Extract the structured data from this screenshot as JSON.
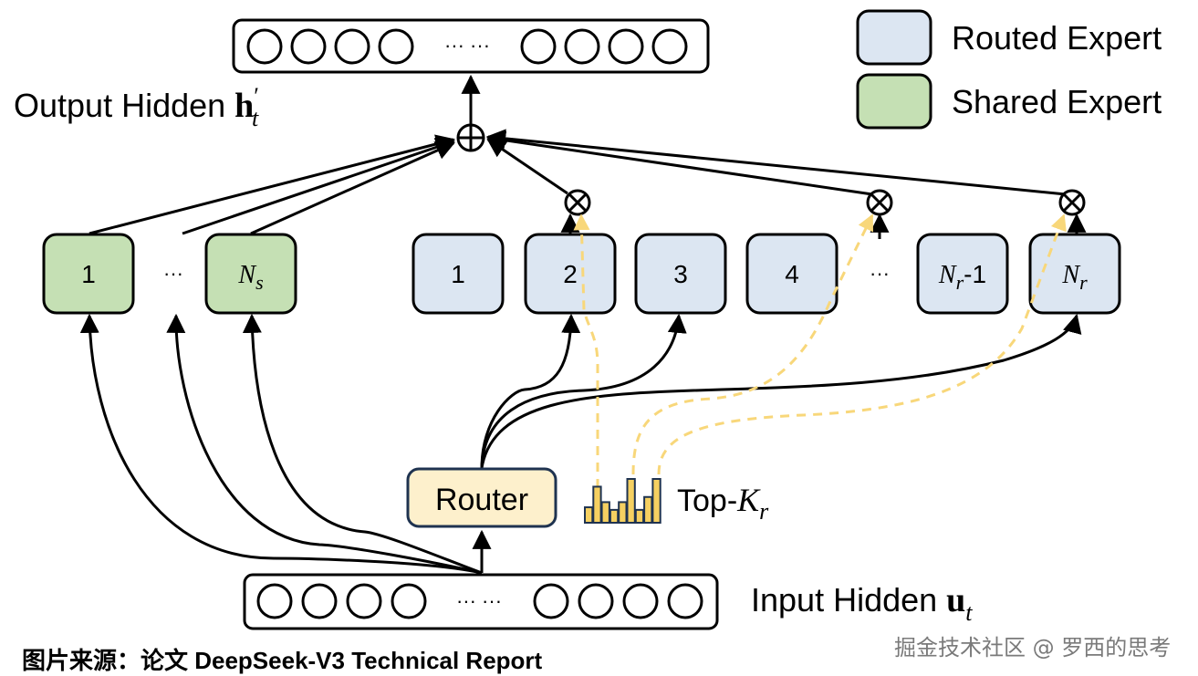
{
  "legend": {
    "routed": {
      "label": "Routed Expert",
      "color": "#dce6f2"
    },
    "shared": {
      "label": "Shared Expert",
      "color": "#c5e0b4"
    }
  },
  "output_hidden": {
    "label": "Output Hidden ",
    "symbol": "h",
    "prime": "′",
    "subscript": "t",
    "ellipsis": "··· ···"
  },
  "input_hidden": {
    "label": "Input Hidden ",
    "symbol": "u",
    "subscript": "t",
    "ellipsis": "··· ···"
  },
  "shared_experts": [
    {
      "label": "1",
      "sub": ""
    },
    {
      "label": "N",
      "sub": "s"
    }
  ],
  "shared_ellipsis": "···",
  "routed_experts": [
    {
      "label": "1",
      "sub": "",
      "suffix": ""
    },
    {
      "label": "2",
      "sub": "",
      "suffix": ""
    },
    {
      "label": "3",
      "sub": "",
      "suffix": ""
    },
    {
      "label": "4",
      "sub": "",
      "suffix": ""
    },
    {
      "label": "N",
      "sub": "r",
      "suffix": "-1"
    },
    {
      "label": "N",
      "sub": "r",
      "suffix": ""
    }
  ],
  "routed_ellipsis": "···",
  "router": {
    "label": "Router",
    "fill": "#fdf0cc",
    "border": "#1f3350"
  },
  "topk": {
    "label": "Top-",
    "symbol": "K",
    "subscript": "r",
    "bar_values": [
      3,
      7,
      4,
      2.5,
      4,
      8.5,
      2.5,
      5,
      8.5
    ],
    "bar_color": "#f5d061",
    "bar_border": "#1f3350"
  },
  "colors": {
    "line": "#000000",
    "dashed": "#f8d77a"
  },
  "footer": {
    "source": "图片来源：论文 DeepSeek-V3 Technical Report"
  },
  "watermark": "掘金技术社区 @ 罗西的思考"
}
